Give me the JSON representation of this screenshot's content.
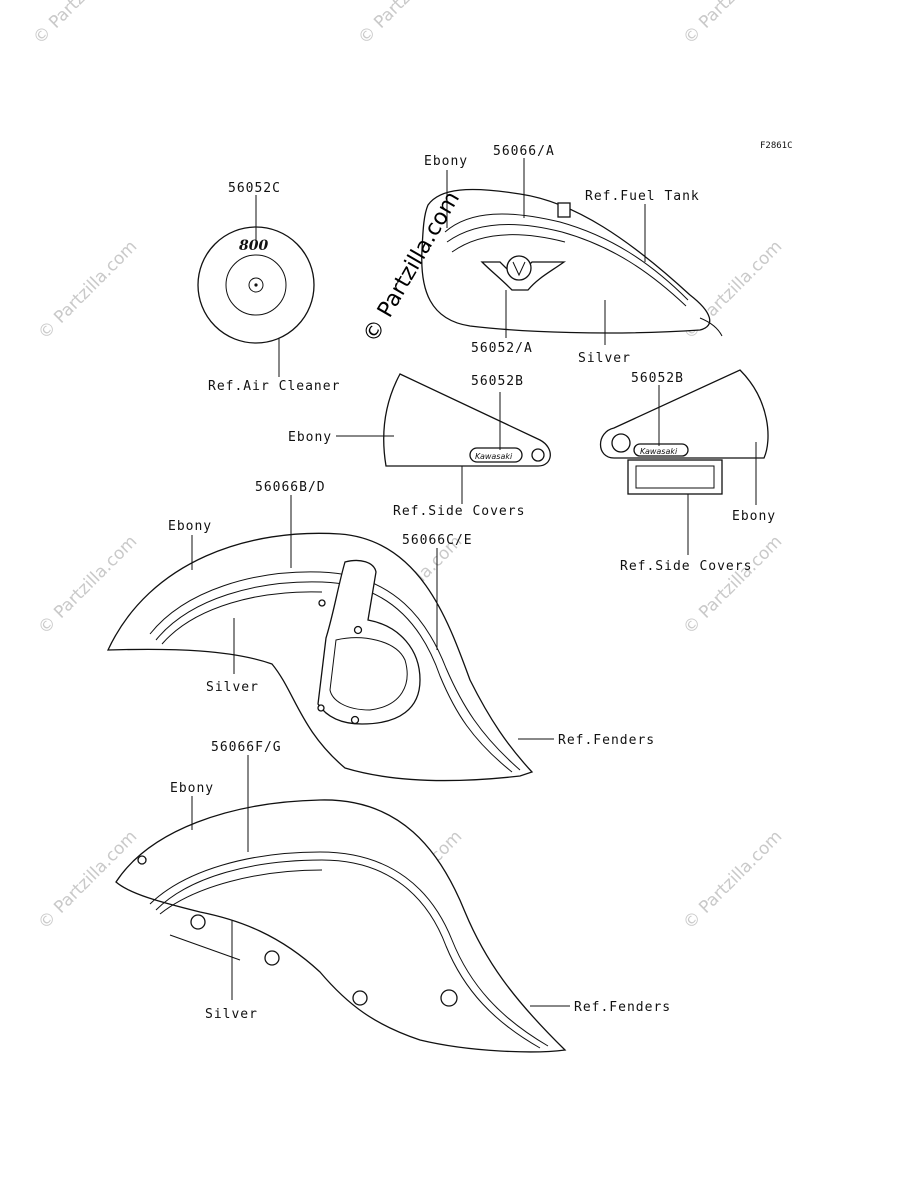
{
  "diagram": {
    "figure_code": "F2861C",
    "watermark": "© Partzilla.com",
    "labels": {
      "aircleaner_part": "56052C",
      "aircleaner_ref": "Ref.Air Cleaner",
      "aircleaner_badge": "800",
      "tank_ebony": "Ebony",
      "tank_part_top": "56066/A",
      "tank_ref": "Ref.Fuel Tank",
      "tank_part_bottom": "56052/A",
      "tank_silver": "Silver",
      "sidecover_left_part": "56052B",
      "sidecover_left_ebony": "Ebony",
      "sidecover_left_ref": "Ref.Side Covers",
      "sidecover_right_part": "56052B",
      "sidecover_right_ebony": "Ebony",
      "sidecover_right_ref": "Ref.Side Covers",
      "sidecover_brand": "Kawasaki",
      "front_fender_part_a": "56066B/D",
      "front_fender_part_b": "56066C/E",
      "front_fender_ebony": "Ebony",
      "front_fender_silver": "Silver",
      "front_fender_ref": "Ref.Fenders",
      "rear_fender_part": "56066F/G",
      "rear_fender_ebony": "Ebony",
      "rear_fender_silver": "Silver",
      "rear_fender_ref": "Ref.Fenders"
    }
  }
}
